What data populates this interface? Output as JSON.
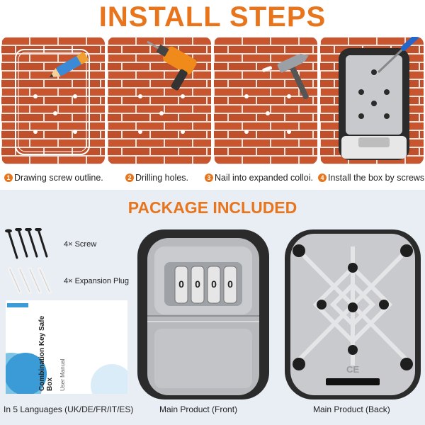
{
  "headings": {
    "install": "INSTALL STEPS",
    "package": "PACKAGE INCLUDED"
  },
  "steps": [
    {
      "num": "1",
      "caption": "Drawing screw outline."
    },
    {
      "num": "2",
      "caption": "Drilling holes."
    },
    {
      "num": "3",
      "caption": "Nail into expanded colloi."
    },
    {
      "num": "4",
      "caption": "Install the box by screws."
    }
  ],
  "package": {
    "screw_label": "4× Screw",
    "plug_label": "4× Expansion Plug",
    "manual_title": "Combination Key Safe Box",
    "manual_subtitle": "User Manual",
    "languages_label": "In 5 Languages (UK/DE/FR/IT/ES)",
    "front_label": "Main Product (Front)",
    "back_label": "Main Product (Back)",
    "dial_digits": [
      "0",
      "0",
      "0",
      "0"
    ],
    "back_stamp": "CE"
  },
  "colors": {
    "accent": "#e8741c",
    "brick": "#c8552e",
    "mortar": "#ece3dc",
    "box_silver": "#b7b9bc",
    "box_dark": "#2b2b2b"
  }
}
